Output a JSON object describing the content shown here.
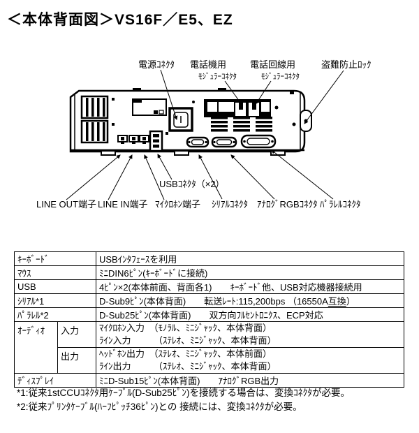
{
  "title": "＜本体背面図＞VS16F／E5、EZ",
  "diagram": {
    "labels": {
      "power": "電源ｺﾈｸﾀ",
      "phone_set_1": "電話機用",
      "phone_set_2": "ﾓｼﾞｭﾗｰｺﾈｸﾀ",
      "phone_line_1": "電話回線用",
      "phone_line_2": "ﾓｼﾞｭﾗｰｺﾈｸﾀ",
      "lock": "盗難防止ﾛｯｸ",
      "usb": "USBｺﾈｸﾀ（×2）",
      "line_out": "LINE OUT端子",
      "line_in": "LINE IN端子",
      "mic": "ﾏｲｸﾛﾎﾝ端子",
      "serial": "ｼﾘｱﾙｺﾈｸﾀ",
      "rgb": "ｱﾅﾛｸﾞRGBｺﾈｸﾀ",
      "parallel": "ﾊﾟﾗﾚﾙｺﾈｸﾀ"
    }
  },
  "table": {
    "rows": [
      {
        "term": "ｷｰﾎﾞｰﾄﾞ",
        "value": "USBｲﾝﾀﾌｪｰｽを利用"
      },
      {
        "term": "ﾏｳｽ",
        "value": "ﾐﾆDIN6ﾋﾟﾝ(ｷｰﾎﾞｰﾄﾞに接続)"
      },
      {
        "term": "USB",
        "value": "4ﾋﾟﾝ×2(本体前面、背面各1)　　ｷｰﾎﾞｰﾄﾞ他、USB対応機器接続用"
      },
      {
        "term": "ｼﾘｱﾙ*1",
        "value_pre": "D-Sub9ﾋﾟﾝ(本体背面)　　転送ﾚｰﾄ:115,200bps （16550A",
        "value_u": "互換",
        "value_post": "）"
      },
      {
        "term": "ﾊﾟﾗﾚﾙ*2",
        "value": "D-Sub25ﾋﾟﾝ(本体背面)　　双方向ﾌﾙｾﾝﾄﾛﾆｸｽ、ECP対応"
      }
    ],
    "audio": {
      "term": "ｵｰﾃﾞｨｵ",
      "input_label": "入力",
      "input_line1": "ﾏｲｸﾛﾎﾝ入力　（ﾓﾉﾗﾙ、ﾐﾆｼﾞｬｯｸ、本体背面）",
      "input_line2": "ﾗｲﾝ入力　　　（ｽﾃﾚｵ、ﾐﾆｼﾞｬｯｸ、本体背面）",
      "output_label": "出力",
      "output_line1": "ﾍｯﾄﾞﾎﾝ出力　（ｽﾃﾚｵ、ﾐﾆｼﾞｬｯｸ、本体前面）",
      "output_line2": "ﾗｲﾝ出力　　　（ｽﾃﾚｵ、ﾐﾆｼﾞｬｯｸ、本体背面）"
    },
    "display_row": {
      "term": "ﾃﾞｨｽﾌﾟﾚｲ",
      "value": "ﾐﾆD-Sub15ﾋﾟﾝ(本体背面)　　ｱﾅﾛｸﾞRGB出力"
    }
  },
  "footnotes": [
    "*1:従来1stCCUｺﾈｸﾀ用ｹｰﾌﾞﾙ(D-Sub25ﾋﾟﾝ)を接続する場合は、変換ｺﾈｸﾀが必要。",
    "*2:従来ﾌﾟﾘﾝﾀｹｰﾌﾞﾙ(ﾊｰﾌﾋﾟｯﾁ36ﾋﾟﾝ)との 接続には、変換ｺﾈｸﾀが必要。"
  ],
  "colors": {
    "ink": "#000000",
    "paper": "#ffffff"
  }
}
